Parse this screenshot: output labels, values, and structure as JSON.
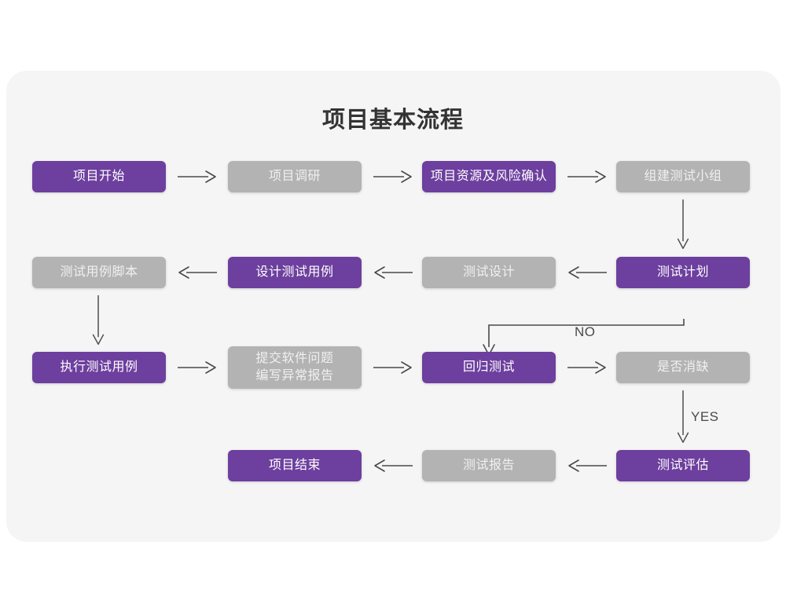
{
  "panel": {
    "background": "#f5f5f5",
    "page_background": "#ffffff"
  },
  "title": "项目基本流程",
  "colors": {
    "purple": "#6d3f9e",
    "gray": "#b3b3b3",
    "purple_text": "#ffffff",
    "gray_text": "#f0f0f0",
    "arrow": "#4a4a4a",
    "title_text": "#333333"
  },
  "chart_data": {
    "type": "diagram",
    "title": "项目基本流程",
    "nodes": [
      {
        "id": "n1",
        "label": "项目开始",
        "style": "purple",
        "row": 1,
        "col": 1
      },
      {
        "id": "n2",
        "label": "项目调研",
        "style": "gray",
        "row": 1,
        "col": 2
      },
      {
        "id": "n3",
        "label": "项目资源及风险确认",
        "style": "purple",
        "row": 1,
        "col": 3
      },
      {
        "id": "n4",
        "label": "组建测试小组",
        "style": "gray",
        "row": 1,
        "col": 4
      },
      {
        "id": "n5",
        "label": "测试用例脚本",
        "style": "gray",
        "row": 2,
        "col": 1
      },
      {
        "id": "n6",
        "label": "设计测试用例",
        "style": "purple",
        "row": 2,
        "col": 2
      },
      {
        "id": "n7",
        "label": "测试设计",
        "style": "gray",
        "row": 2,
        "col": 3
      },
      {
        "id": "n8",
        "label": "测试计划",
        "style": "purple",
        "row": 2,
        "col": 4
      },
      {
        "id": "n9",
        "label": "执行测试用例",
        "style": "purple",
        "row": 3,
        "col": 1
      },
      {
        "id": "n10",
        "label": "提交软件问题\n编写异常报告",
        "style": "gray",
        "row": 3,
        "col": 2
      },
      {
        "id": "n11",
        "label": "回归测试",
        "style": "purple",
        "row": 3,
        "col": 3
      },
      {
        "id": "n12",
        "label": "是否消缺",
        "style": "gray",
        "row": 3,
        "col": 4
      },
      {
        "id": "n13",
        "label": "项目结束",
        "style": "purple",
        "row": 4,
        "col": 2
      },
      {
        "id": "n14",
        "label": "测试报告",
        "style": "gray",
        "row": 4,
        "col": 3
      },
      {
        "id": "n15",
        "label": "测试评估",
        "style": "purple",
        "row": 4,
        "col": 4
      }
    ],
    "edges": [
      {
        "from": "n1",
        "to": "n2",
        "direction": "right",
        "label": ""
      },
      {
        "from": "n2",
        "to": "n3",
        "direction": "right",
        "label": ""
      },
      {
        "from": "n3",
        "to": "n4",
        "direction": "right",
        "label": ""
      },
      {
        "from": "n4",
        "to": "n8",
        "direction": "down",
        "label": ""
      },
      {
        "from": "n8",
        "to": "n7",
        "direction": "left",
        "label": ""
      },
      {
        "from": "n7",
        "to": "n6",
        "direction": "left",
        "label": ""
      },
      {
        "from": "n6",
        "to": "n5",
        "direction": "left",
        "label": ""
      },
      {
        "from": "n5",
        "to": "n9",
        "direction": "down",
        "label": ""
      },
      {
        "from": "n9",
        "to": "n10",
        "direction": "right",
        "label": ""
      },
      {
        "from": "n10",
        "to": "n11",
        "direction": "right",
        "label": ""
      },
      {
        "from": "n11",
        "to": "n12",
        "direction": "right",
        "label": ""
      },
      {
        "from": "n12",
        "to": "n11",
        "direction": "loop-up-left",
        "label": "NO"
      },
      {
        "from": "n12",
        "to": "n15",
        "direction": "down",
        "label": "YES"
      },
      {
        "from": "n15",
        "to": "n14",
        "direction": "left",
        "label": ""
      },
      {
        "from": "n14",
        "to": "n13",
        "direction": "left",
        "label": ""
      }
    ],
    "edge_labels": {
      "no": "NO",
      "yes": "YES"
    }
  }
}
